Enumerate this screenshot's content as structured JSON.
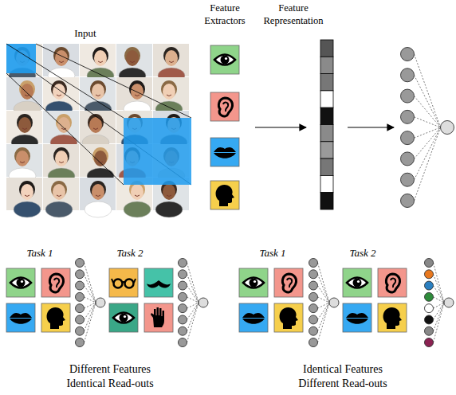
{
  "diagram": {
    "labels": [
      "Input",
      "Feature Extractors",
      "Feature Representation",
      "Task 1",
      "Task 2",
      "Task 1",
      "Task 2",
      "Different Features Identical Read-outs",
      "Identical Features Different Read-outs"
    ]
  }
}
